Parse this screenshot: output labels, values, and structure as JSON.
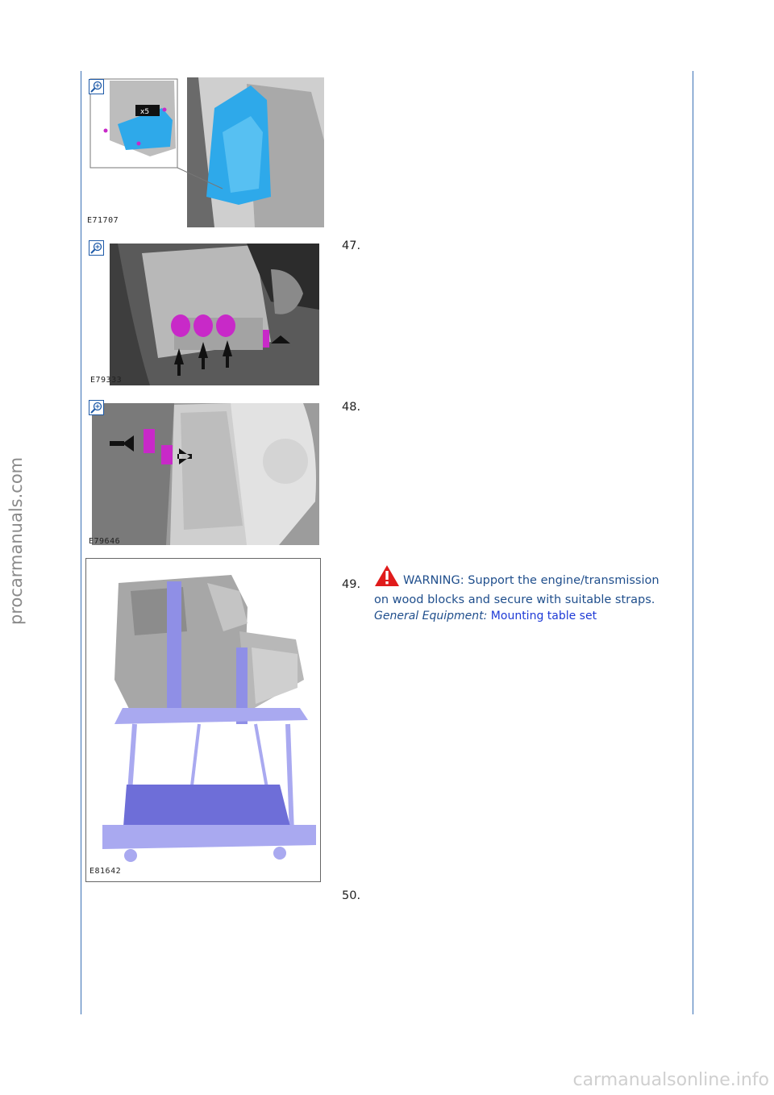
{
  "figures": [
    {
      "id": "E71707"
    },
    {
      "id": "E79333"
    },
    {
      "id": "E79646"
    },
    {
      "id": "E81642"
    }
  ],
  "steps": [
    {
      "number": "47."
    },
    {
      "number": "48."
    },
    {
      "number": "49.",
      "warning": "WARNING: Support the engine/transmission on wood blocks and secure with suitable straps.",
      "equipment_label": "General Equipment:",
      "equipment_link": "Mounting table set"
    },
    {
      "number": "50."
    }
  ],
  "callouts": {
    "multiplier": "x5"
  },
  "watermarks": {
    "side": "procarmanuals.com",
    "bottom": "carmanualsonline.info"
  },
  "colors": {
    "accent": "#3a6fb5",
    "highlight_blue": "#2ea9ea",
    "highlight_magenta": "#c829c8",
    "table_blue": "#8f8fe6"
  }
}
